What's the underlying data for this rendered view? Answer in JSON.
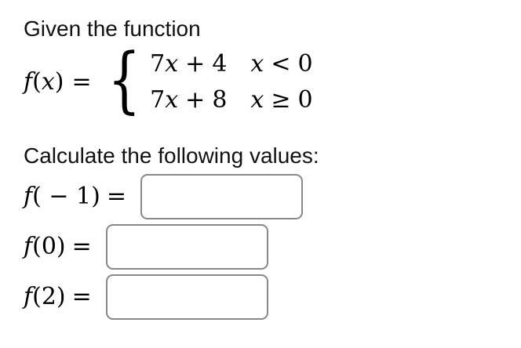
{
  "colors": {
    "background": "#ffffff",
    "text": "#111111",
    "math_text": "#000000",
    "input_border": "#888888"
  },
  "intro": {
    "text": "Given the function"
  },
  "definition": {
    "func": "f",
    "lparen": "(",
    "var": "x",
    "rparen": ")",
    "equals": "=",
    "brace": "{",
    "pieces": [
      {
        "coeff": "7",
        "var": "x",
        "op": "+",
        "const": "4",
        "cond_var": "x",
        "cond_op": "<",
        "cond_val": "0"
      },
      {
        "coeff": "7",
        "var": "x",
        "op": "+",
        "const": "8",
        "cond_var": "x",
        "cond_op": "≥",
        "cond_val": "0"
      }
    ]
  },
  "prompt": {
    "text": "Calculate the following values:"
  },
  "questions": [
    {
      "func": "f",
      "arg": "( − 1)",
      "equals": "=",
      "value": ""
    },
    {
      "func": "f",
      "arg": "(0)",
      "equals": "=",
      "value": ""
    },
    {
      "func": "f",
      "arg": "(2)",
      "equals": "=",
      "value": ""
    }
  ]
}
